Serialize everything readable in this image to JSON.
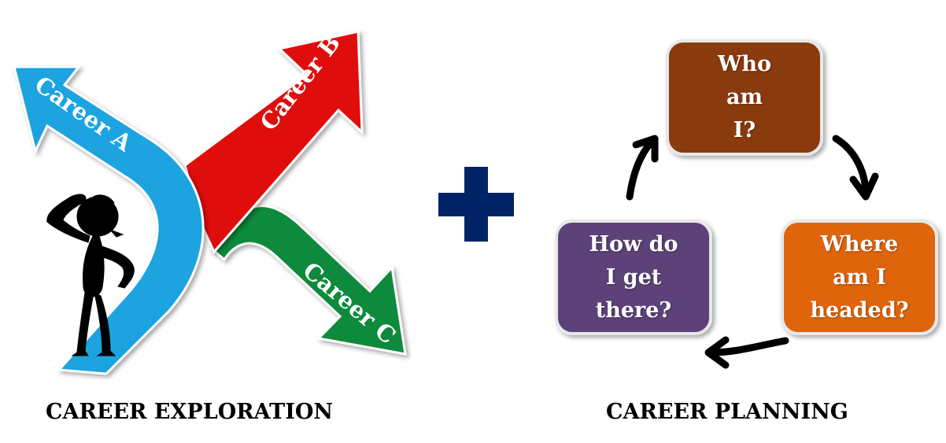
{
  "exploration": {
    "title": "CAREER EXPLORATION",
    "arrows": [
      {
        "label": "Career A",
        "color": "#1aa3e0"
      },
      {
        "label": "Career B",
        "color": "#e01010"
      },
      {
        "label": "Career C",
        "color": "#0f8a3a"
      }
    ]
  },
  "plus_color": "#002366",
  "planning": {
    "title": "CAREER PLANNING",
    "boxes": [
      {
        "lines": [
          "Who",
          "am",
          "I?"
        ],
        "color": "#8a3b0a"
      },
      {
        "lines": [
          "Where",
          "am I",
          "headed?"
        ],
        "color": "#df650c"
      },
      {
        "lines": [
          "How do",
          "I get",
          "there?"
        ],
        "color": "#5b4279"
      }
    ]
  }
}
